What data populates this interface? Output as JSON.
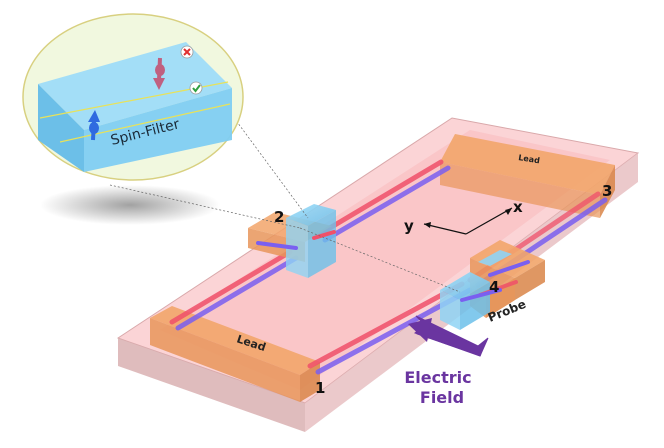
{
  "labels": {
    "spin_filter": "Spin-Filter",
    "lead_left": "Lead",
    "lead_right": "Lead",
    "probe": "Probe",
    "terminal_1": "1",
    "terminal_2": "2",
    "terminal_3": "3",
    "terminal_4": "4",
    "axis_x": "x",
    "axis_y": "y",
    "field_line1": "Electric",
    "field_line2": "Field"
  },
  "icons": {
    "blocked": "cross-mark-icon",
    "passed": "check-mark-icon",
    "spin_up": "spin-up-arrow-icon",
    "spin_down": "spin-down-arrow-icon"
  },
  "colors": {
    "slab": "#f6c6c8",
    "lead": "#f2a56a",
    "filter": "#8fd3f4",
    "spin_red": "#f0506a",
    "spin_blue": "#7a5ff0",
    "field_arrow": "#6a35a0",
    "zoom_outline": "#d8d080"
  }
}
